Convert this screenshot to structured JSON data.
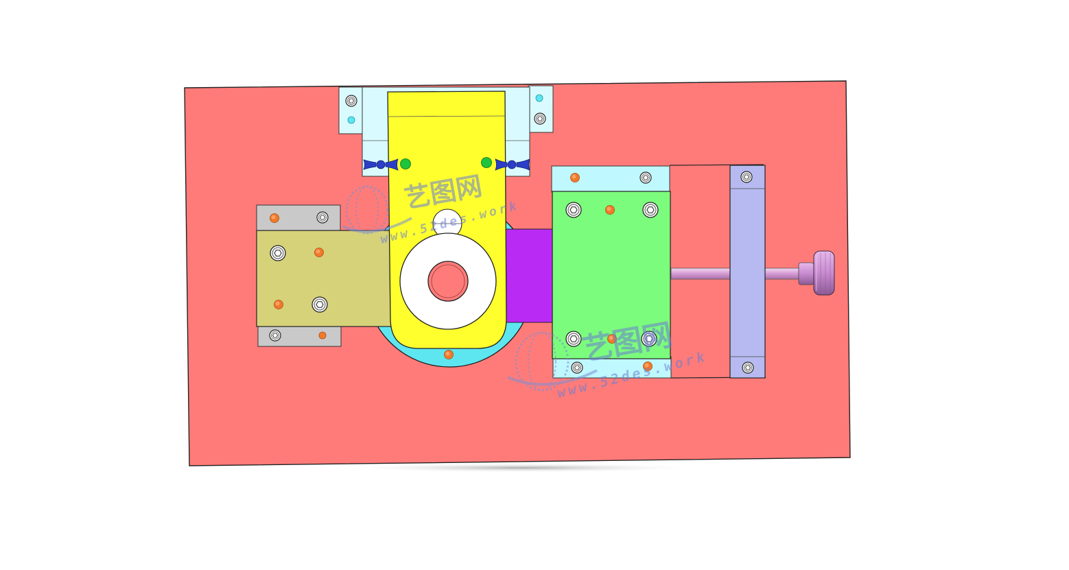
{
  "drawing": {
    "description_visible": false,
    "colors": {
      "base_plate": "#FF7B79",
      "top_bracket": "#D9FBFF",
      "yellow_arm": "#FFFF2E",
      "rotary_disc": "#5EE6F0",
      "left_block": "#D6D27A",
      "left_strip": "#C9C9C9",
      "purple_link": "#B92BF5",
      "green_slide": "#7CFC7C",
      "green_strip": "#BFF8FF",
      "side_bar": "#B6BAF0",
      "screw_rod": "#D8A9D8",
      "knob": "#C98BD3",
      "orange_pin": "#F07A2B",
      "green_pin": "#1EC43B",
      "wing_nut": "#2C3EC8",
      "hole_ring": "#FFFFFF"
    }
  },
  "watermarks": [
    {
      "brand": "艺图网",
      "url": "www.52des.work"
    },
    {
      "brand": "艺图网",
      "url": "www.52des.work"
    }
  ]
}
